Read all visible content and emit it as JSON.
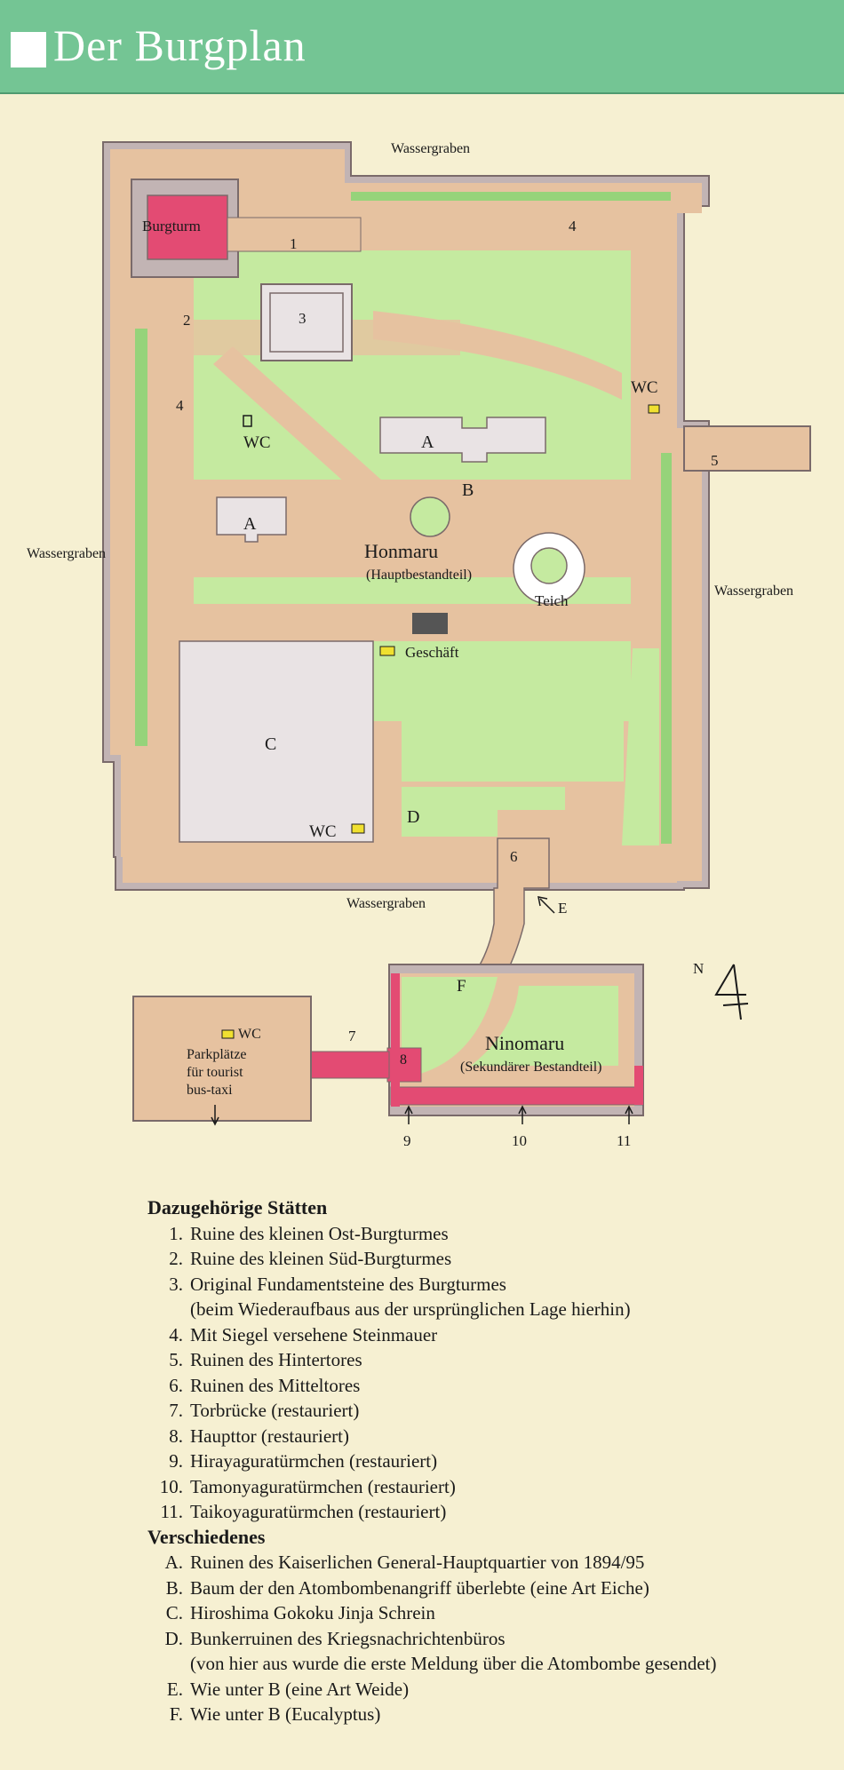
{
  "header": {
    "title": "Der Burgplan",
    "color": "#74c594"
  },
  "colors": {
    "paper": "#f6f0d2",
    "path": "#e6c2a0",
    "lawn": "#c5eaa0",
    "wall": "#c2b4b4",
    "tower": "#e34b73",
    "building": "#e9e3e4",
    "water_green": "#96d37a"
  },
  "map": {
    "moat_top": "Wassergraben",
    "moat_left": "Wassergraben",
    "moat_right": "Wassergraben",
    "moat_bottom": "Wassergraben",
    "castle_tower": "Burgturm",
    "honmaru": "Honmaru",
    "honmaru_sub": "(Hauptbestandteil)",
    "ninomaru": "Ninomaru",
    "ninomaru_sub": "(Sekundärer Bestandteil)",
    "pond": "Teich",
    "shop": "Geschäft",
    "wc": "WC",
    "parking_wc": "WC",
    "parking_lines": [
      "Parkplätze",
      "für tourist",
      "bus-taxi"
    ],
    "marks": {
      "n1": "1",
      "n2": "2",
      "n3": "3",
      "n4a": "4",
      "n4b": "4",
      "n5": "5",
      "n6": "6",
      "n7": "7",
      "n8": "8",
      "n9": "9",
      "n10": "10",
      "n11": "11",
      "a1": "A",
      "a2": "A",
      "b": "B",
      "c": "C",
      "d": "D",
      "e": "E",
      "f": "F"
    },
    "north": "N",
    "icons": [
      "north-arrow-icon",
      "arrow-down-icon",
      "arrow-up-icon",
      "arrow-diagonal-icon"
    ]
  },
  "legend": {
    "sites_title": "Dazugehörige Stätten",
    "sites": [
      {
        "num": "1.",
        "text": "Ruine des kleinen Ost-Burgturmes"
      },
      {
        "num": "2.",
        "text": "Ruine des kleinen Süd-Burgturmes"
      },
      {
        "num": "3.",
        "text": "Original Fundamentsteine des Burgturmes",
        "sub": "(beim Wiederaufbaus aus der ursprünglichen Lage hierhin)"
      },
      {
        "num": "4.",
        "text": "Mit Siegel versehene Steinmauer"
      },
      {
        "num": "5.",
        "text": "Ruinen des Hintertores"
      },
      {
        "num": "6.",
        "text": "Ruinen des Mitteltores"
      },
      {
        "num": "7.",
        "text": "Torbrücke (restauriert)"
      },
      {
        "num": "8.",
        "text": "Haupttor (restauriert)"
      },
      {
        "num": "9.",
        "text": "Hirayaguratürmchen (restauriert)"
      },
      {
        "num": "10.",
        "text": "Tamonyaguratürmchen (restauriert)"
      },
      {
        "num": "11.",
        "text": "Taikoyaguratürmchen (restauriert)"
      }
    ],
    "misc_title": "Verschiedenes",
    "misc": [
      {
        "num": "A.",
        "text": "Ruinen des Kaiserlichen General-Hauptquartier von 1894/95"
      },
      {
        "num": "B.",
        "text": "Baum der den Atombombenangriff überlebte (eine Art Eiche)"
      },
      {
        "num": "C.",
        "text": "Hiroshima Gokoku Jinja Schrein"
      },
      {
        "num": "D.",
        "text": "Bunkerruinen des Kriegsnachrichtenbüros",
        "sub": "(von hier aus wurde die erste Meldung über die Atombombe gesendet)"
      },
      {
        "num": "E.",
        "text": "Wie unter B (eine Art Weide)"
      },
      {
        "num": "F.",
        "text": "Wie unter B (Eucalyptus)"
      }
    ]
  }
}
